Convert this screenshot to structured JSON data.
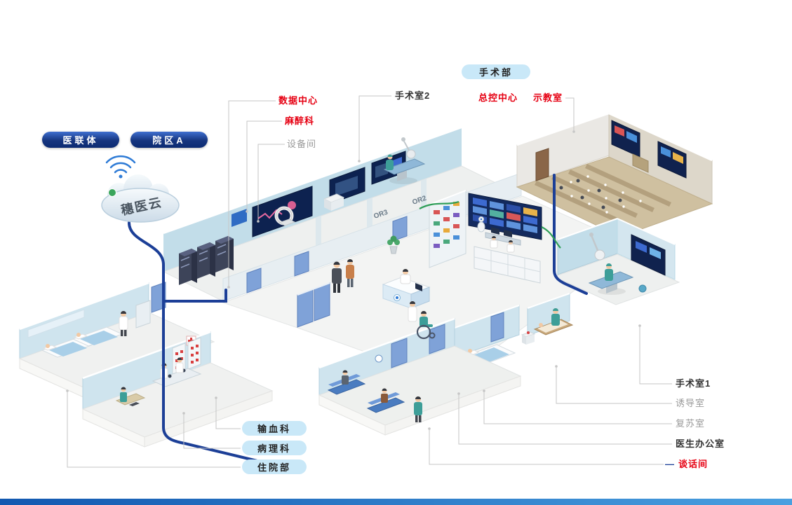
{
  "nav_pills": [
    {
      "id": "medical-alliance",
      "label": "医联体"
    },
    {
      "id": "campus-a",
      "label": "院区A"
    }
  ],
  "cloud": {
    "label": "穗医云"
  },
  "department_pill": {
    "label": "手术部"
  },
  "callouts": {
    "data_center": {
      "label": "数据中心"
    },
    "anesthesiology": {
      "label": "麻醉科"
    },
    "equipment_room": {
      "label": "设备间"
    },
    "operating_room_2": {
      "label": "手术室2"
    },
    "master_control": {
      "label": "总控中心"
    },
    "demo_classroom": {
      "label": "示教室"
    },
    "operating_room_1": {
      "label": "手术室1"
    },
    "induction_room": {
      "label": "诱导室"
    },
    "recovery_room": {
      "label": "复苏室"
    },
    "doctor_office": {
      "label": "医生办公室"
    },
    "talk_room": {
      "label": "谈话间",
      "dash": "—"
    }
  },
  "dept_pills": [
    {
      "id": "blood-transfusion",
      "label": "输血科"
    },
    {
      "id": "pathology",
      "label": "病理科"
    },
    {
      "id": "inpatient",
      "label": "住院部"
    }
  ],
  "room_tags": {
    "or2": "OR2",
    "or3": "OR3"
  },
  "icons": {
    "wifi": "wifi-icon",
    "cloud": "cloud-icon"
  },
  "colors": {
    "accent_red": "#e60012",
    "navy_pill": "#16357f",
    "light_pill_bg": "#c9e8f8",
    "route_blue": "#1c3f97",
    "route_green": "#2e9e57",
    "wall_teal": "#c2dde9",
    "screen_navy": "#10224e",
    "classroom_floor": "#cfc0a0",
    "footer_bar_left": "#1258b0",
    "footer_bar_right": "#4aa0e0",
    "muted_label": "#9a9a9a",
    "dark_label": "#333333"
  }
}
